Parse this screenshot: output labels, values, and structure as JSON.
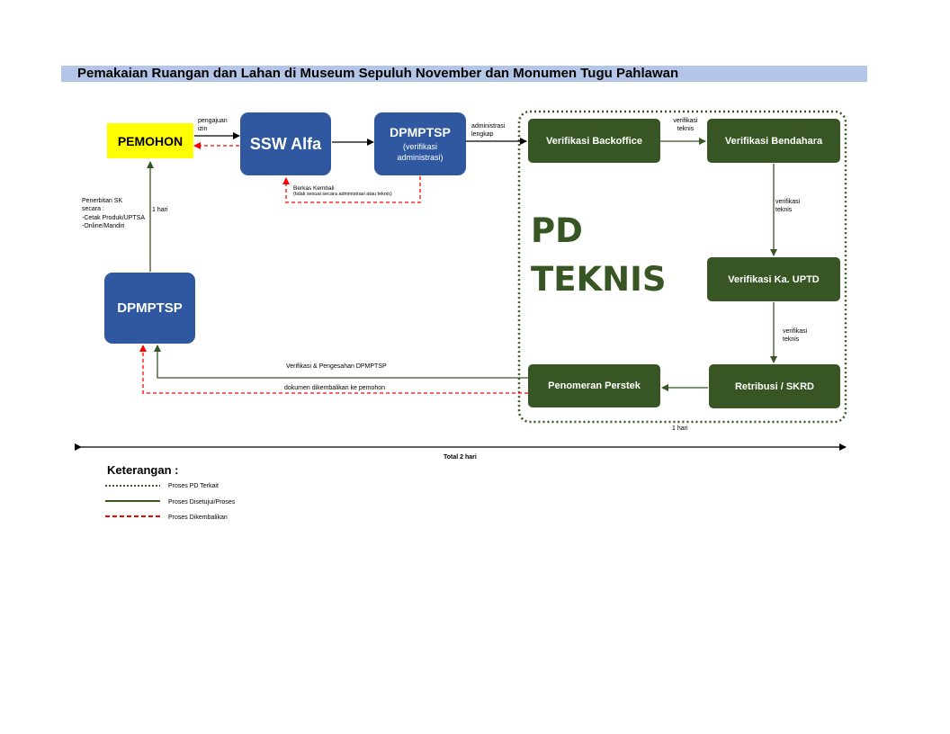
{
  "title": "Pemakaian Ruangan dan Lahan di Museum Sepuluh November dan Monumen Tugu Pahlawan",
  "nodes": {
    "pemohon": "PEMOHON",
    "ssw_alfa": "SSW Alfa",
    "dpmptsp_verif_title": "DPMPTSP",
    "dpmptsp_verif_sub": "(verifikasi administrasi)",
    "dpmptsp_issue": "DPMPTSP",
    "verifikasi_backoffice": "Verifikasi Backoffice",
    "verifikasi_bendahara": "Verifikasi Bendahara",
    "verifikasi_ka_uptd": "Verifikasi Ka. UPTD",
    "retribusi_skrd": "Retribusi / SKRD",
    "penomeran_perstek": "Penomeran Perstek"
  },
  "pd_teknis": {
    "line1": "PD",
    "line2": "TEKNIS"
  },
  "labels": {
    "pengajuan_izin": "pengajuan izin",
    "administrasi_lengkap": "administrasi lengkap",
    "verifikasi_teknis_1": "verifikasi teknis",
    "verifikasi_teknis_2": "verifikasi teknis",
    "verifikasi_teknis_3": "verifikasi teknis",
    "berkas_kembali": "Berkas Kembali",
    "berkas_kembali_note": "(tidak sesuai secara administrasi atau teknis)",
    "penerbitan_sk": "Penerbitan SK secara :",
    "cetak_produk": "-Cetak Produk/UPTSA",
    "online_mandiri": "-Online/Mandiri",
    "satu_hari_left": "1 hari",
    "verifikasi_pengesahan": "Verifikasi & Pengesahan DPMPTSP",
    "dokumen_dikembalikan": "dokumen dikembalikan ke pemohon",
    "satu_hari_bottom": "1  hari",
    "total": "Total 2 hari"
  },
  "legend": {
    "title": "Keterangan :",
    "items": [
      {
        "label": "Proses PD Terkait",
        "style": "dotted",
        "color": "#375623"
      },
      {
        "label": "Proses Disetujui/Proses",
        "style": "solid",
        "color": "#375623"
      },
      {
        "label": "Proses Dikembalikan",
        "style": "dashed",
        "color": "#ff0000"
      }
    ]
  },
  "colors": {
    "title_bar": "#b4c6e7",
    "pemohon": "#ffff00",
    "dpmptsp_blue": "#2f58a0",
    "pd_green": "#375623",
    "return_red": "#ff0000"
  }
}
